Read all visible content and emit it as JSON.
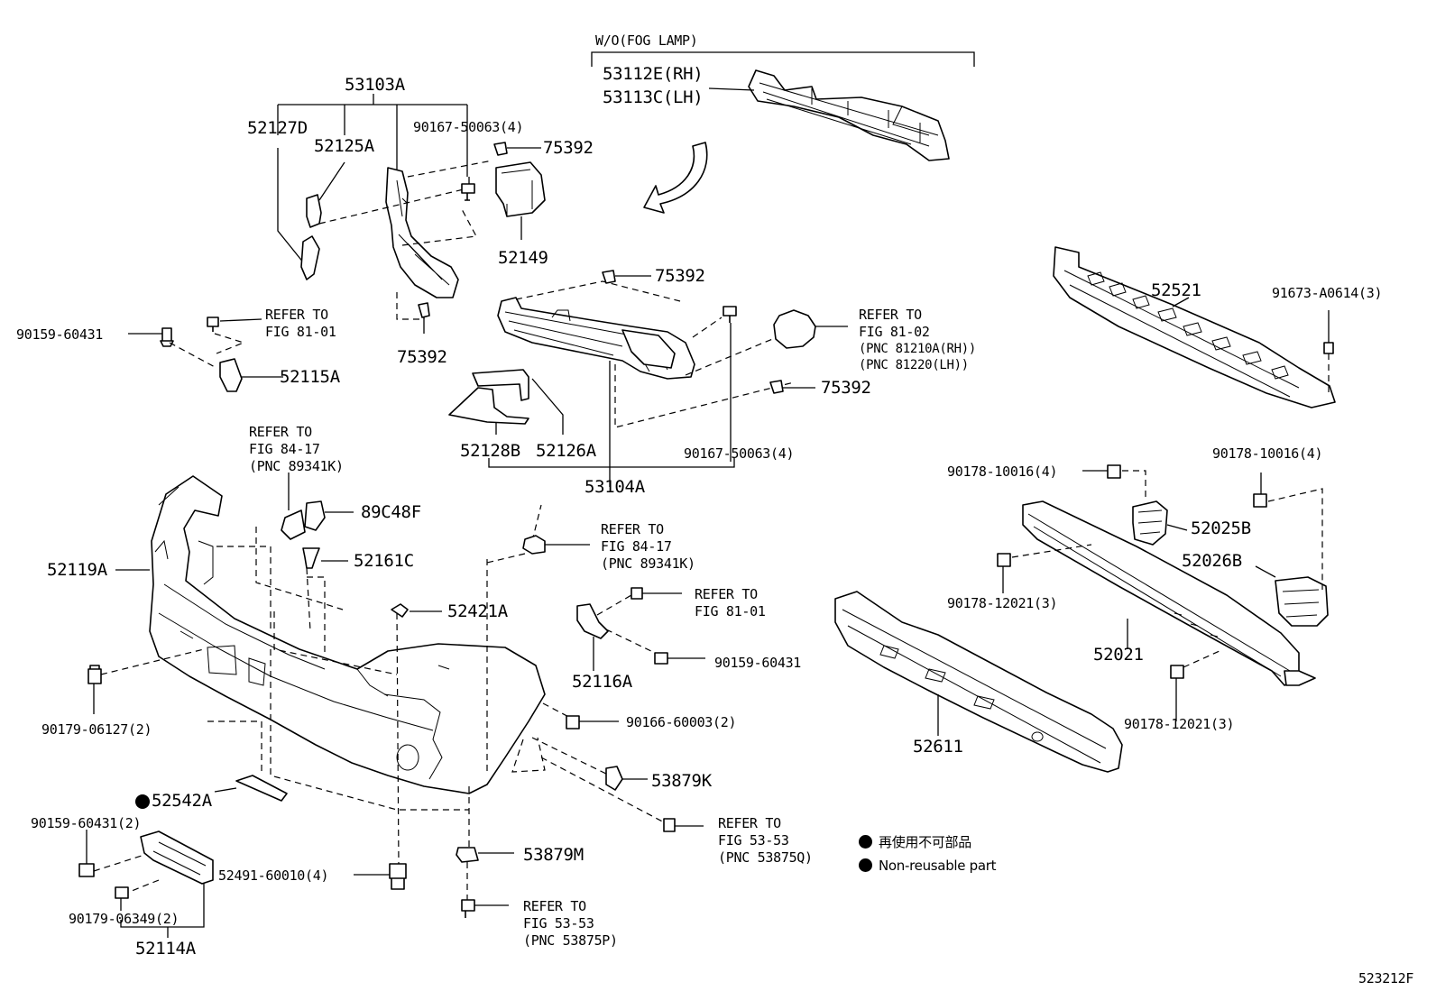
{
  "diagram_id": "523212F",
  "header": "W/O(FOG LAMP)",
  "legend": {
    "ja": "再使用不可部品",
    "en": "Non-reusable part"
  },
  "labels": {
    "p53112e": "53112E(RH)",
    "p53113c": "53113C(LH)",
    "p53103a": "53103A",
    "p52127d": "52127D",
    "p52125a": "52125A",
    "p90167_top": "90167-50063(4)",
    "p75392_a": "75392",
    "p52149": "52149",
    "p75392_b": "75392",
    "p75392_c": "75392",
    "p75392_d": "75392",
    "p52521": "52521",
    "p91673": "91673-A0614(3)",
    "p90159_a": "90159-60431",
    "p52115a": "52115A",
    "p52128b": "52128B",
    "p52126a": "52126A",
    "p53104a": "53104A",
    "p90167_bot": "90167-50063(4)",
    "p89c48f": "89C48F",
    "p52161c": "52161C",
    "p52119a": "52119A",
    "p52421a": "52421A",
    "p52116a": "52116A",
    "p90159_b": "90159-60431",
    "p90179_06127": "90179-06127(2)",
    "p90166": "90166-60003(2)",
    "p52542a": "52542A",
    "p53879k": "53879K",
    "p90159_c": "90159-60431(2)",
    "p52491": "52491-60010(4)",
    "p53879m": "53879M",
    "p90179_06349": "90179-06349(2)",
    "p52114a": "52114A",
    "p90178_10016_a": "90178-10016(4)",
    "p90178_10016_b": "90178-10016(4)",
    "p52025b": "52025B",
    "p52026b": "52026B",
    "p90178_12021_a": "90178-12021(3)",
    "p52021": "52021",
    "p90178_12021_b": "90178-12021(3)",
    "p52611": "52611"
  },
  "refers": {
    "r1": [
      "REFER TO",
      "FIG 81-01"
    ],
    "r2": [
      "REFER TO",
      "FIG 81-02",
      "(PNC 81210A(RH))",
      "(PNC 81220(LH))"
    ],
    "r3": [
      "REFER TO",
      "FIG 84-17",
      "(PNC 89341K)"
    ],
    "r4": [
      "REFER TO",
      "FIG 84-17",
      "(PNC 89341K)"
    ],
    "r5": [
      "REFER TO",
      "FIG 81-01"
    ],
    "r6": [
      "REFER TO",
      "FIG 53-53",
      "(PNC 53875Q)"
    ],
    "r7": [
      "REFER TO",
      "FIG 53-53",
      "(PNC 53875P)"
    ]
  }
}
